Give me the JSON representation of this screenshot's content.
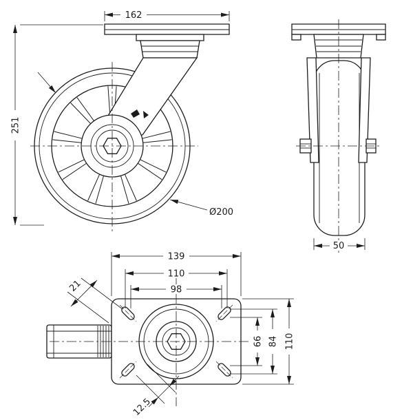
{
  "colors": {
    "line": "#1c1c1c",
    "background": "#ffffff"
  },
  "views": {
    "front": {
      "dim_plate_length": "162",
      "dim_overall_height": "251",
      "dim_wheel_diameter": "Ø200"
    },
    "side": {
      "dim_wheel_width": "50"
    },
    "plan": {
      "dim_plate_width": "139",
      "dim_hole_span_h_outer": "110",
      "dim_hole_span_h_inner": "98",
      "dim_corner_slot": "21",
      "dim_hole_span_v_inner": "66",
      "dim_hole_span_v_outer": "84",
      "dim_plate_depth": "110",
      "dim_slot_width": "12.5"
    }
  }
}
